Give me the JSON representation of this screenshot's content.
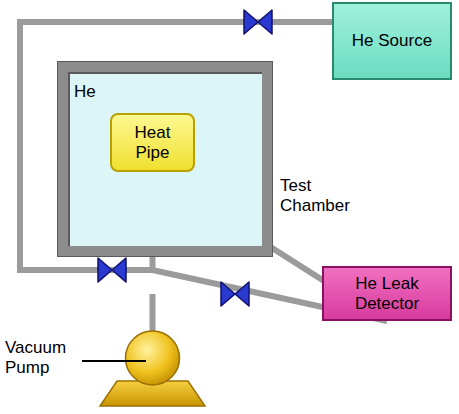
{
  "diagram": {
    "nodes": [
      {
        "text": [
          "He Source"
        ]
      },
      {
        "text": [
          "He",
          "Test Chamber"
        ]
      },
      {
        "text": [
          "Heat Pipe"
        ],
        "in": 1
      },
      {
        "text": [
          "He Leak Detector"
        ]
      }
    ],
    "edges": [
      {
        "from": 0,
        "to": 2,
        "arrow": "none"
      },
      {
        "from": 0,
        "to": 3,
        "arrow": "none"
      },
      {
        "from": 2,
        "to": 3,
        "arrow": "none"
      }
    ],
    "labels": [
      "Vacuum Pump"
    ]
  }
}
